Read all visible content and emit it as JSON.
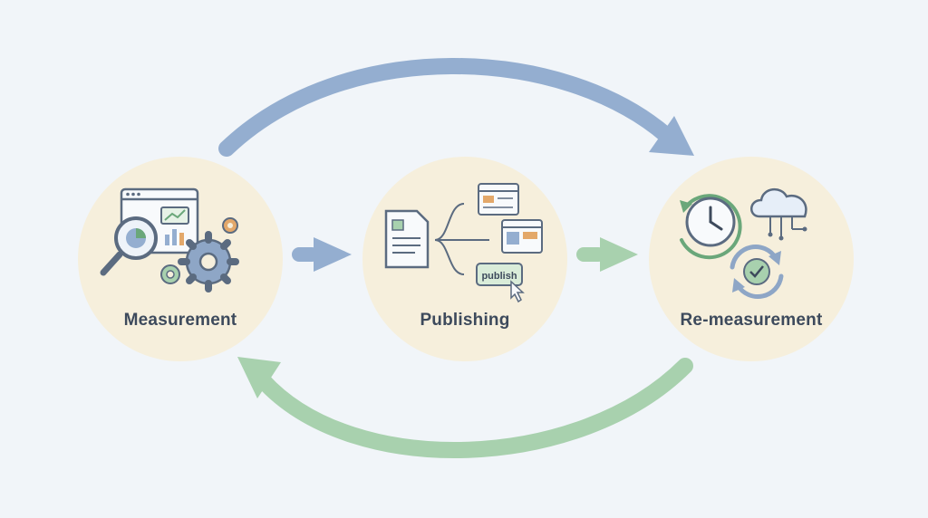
{
  "diagram": {
    "nodes": [
      {
        "label": "Measurement"
      },
      {
        "label": "Publishing",
        "button_label": "publish"
      },
      {
        "label": "Re-measurement"
      }
    ],
    "colors": {
      "background": "#f1f5f9",
      "node_fill": "#f6efdc",
      "blue": "#94aed0",
      "green": "#a8d1ae",
      "label": "#3d4a5c"
    },
    "icons": {
      "measurement": [
        "browser-chart-icon",
        "magnifier-icon",
        "pie-chart-icon",
        "gear-icon"
      ],
      "publishing": [
        "document-icon",
        "branch-arrows-icon",
        "web-page-icon",
        "publish-button-icon",
        "cursor-icon"
      ],
      "re_measurement": [
        "clock-refresh-icon",
        "cloud-network-icon",
        "check-cycle-icon"
      ]
    }
  }
}
